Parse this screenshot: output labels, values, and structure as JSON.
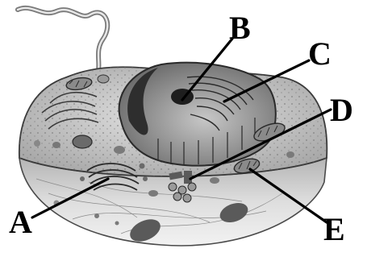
{
  "labels": {
    "a": "A",
    "b": "B",
    "c": "C",
    "d": "D",
    "e": "E"
  },
  "colors": {
    "line": "#000000",
    "membrane": "#4a4a4a",
    "cytoplasm": "#d4d4d4",
    "organelle_dark": "#3a3a3a"
  }
}
